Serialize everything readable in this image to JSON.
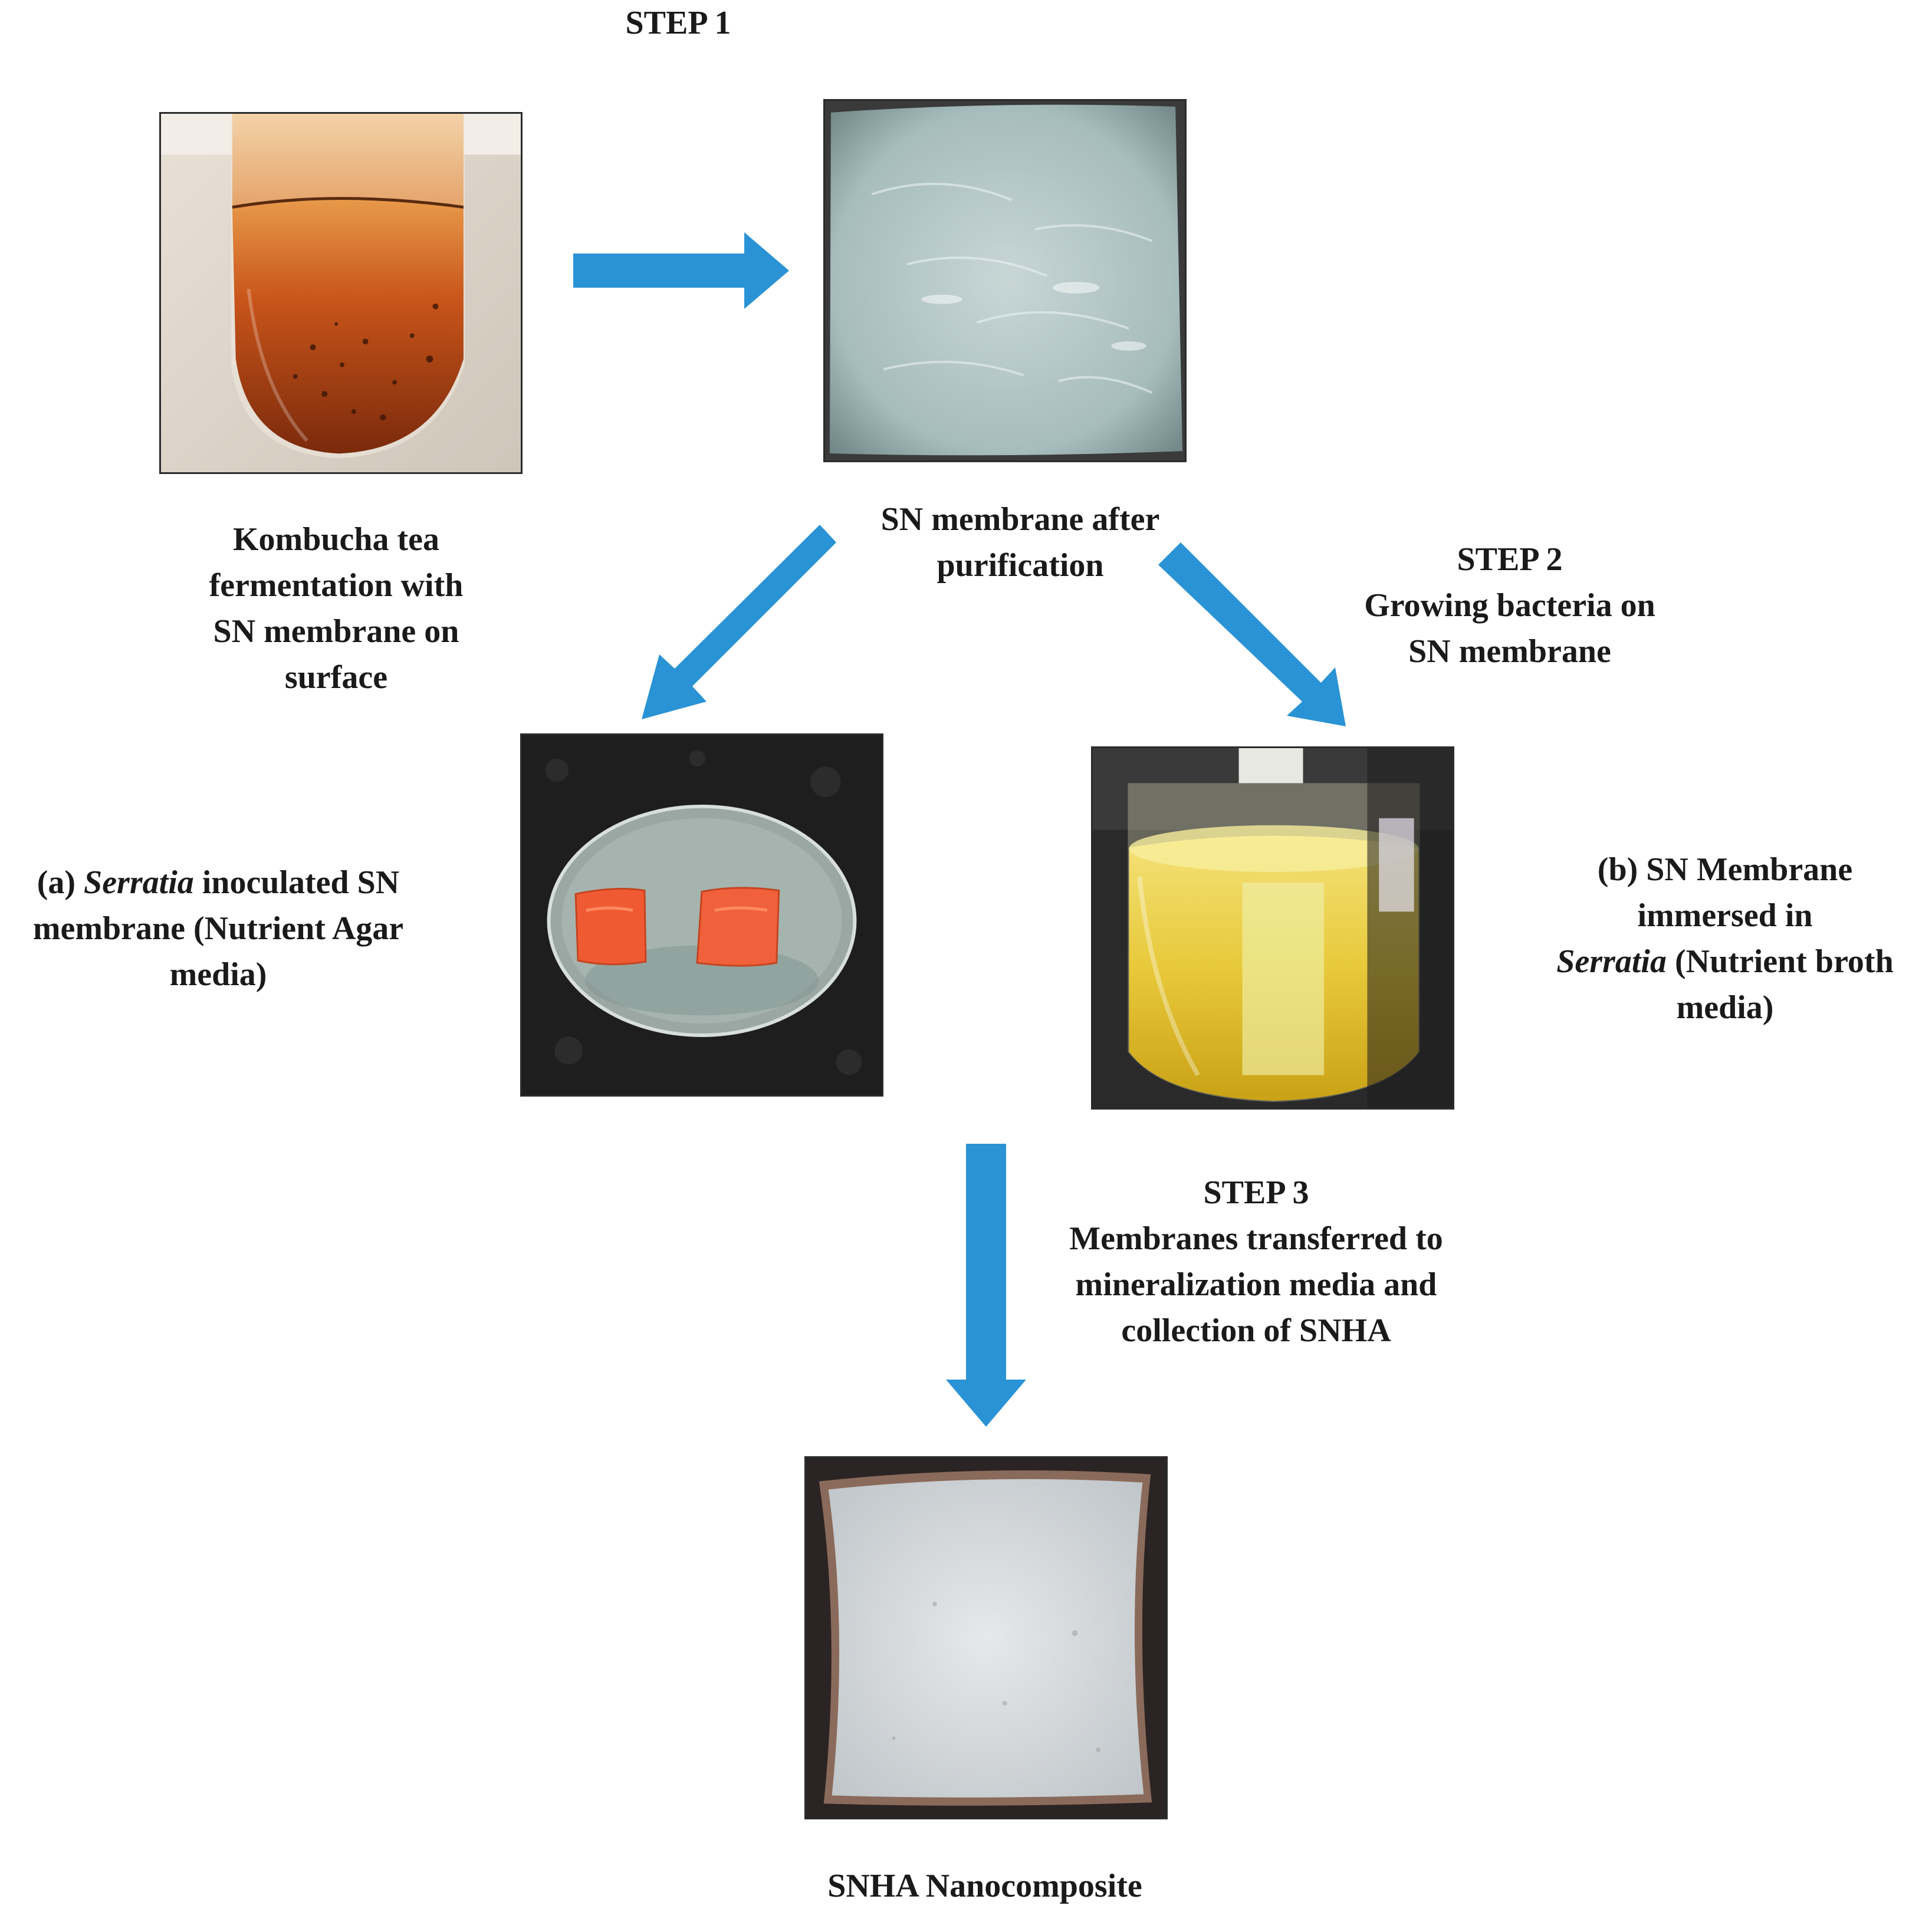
{
  "colors": {
    "arrow": "#2a93d5",
    "text": "#1a1a1a"
  },
  "steps": {
    "step1": "STEP 1",
    "step2": "STEP 2",
    "step2_line1": "Growing bacteria on",
    "step2_line2": "SN membrane",
    "step3": "STEP 3",
    "step3_line1": "Membranes transferred to",
    "step3_line2": "mineralization media and",
    "step3_line3": "collection of  SNHA"
  },
  "captions": {
    "kombucha_line1": "Kombucha tea",
    "kombucha_line2": "fermentation with",
    "kombucha_line3": "SN membrane on",
    "kombucha_line4": "surface",
    "purified_line1": "SN membrane after",
    "purified_line2": "purification",
    "a_prefix": "(a) ",
    "a_species": "Serratia",
    "a_suffix": " inoculated SN",
    "a_line2": "membrane (Nutrient Agar",
    "a_line3": "media)",
    "b_line1": "(b) SN Membrane",
    "b_line2": "immersed  in",
    "b_species": "Serratia",
    "b_line3_suffix": " (Nutrient broth",
    "b_line4": "media)",
    "final": "SNHA Nanocomposite"
  },
  "photos": [
    {
      "name": "kombucha-tea-photo",
      "subject": "Kombucha tea in glass with SN membrane on surface"
    },
    {
      "name": "purified-membrane-photo",
      "subject": "SN membrane after purification"
    },
    {
      "name": "agar-plate-photo",
      "subject": "Serratia inoculated SN membrane on nutrient agar plate"
    },
    {
      "name": "broth-flask-photo",
      "subject": "SN membrane immersed in Serratia nutrient broth"
    },
    {
      "name": "snha-nanocomposite-photo",
      "subject": "SNHA Nanocomposite"
    }
  ]
}
